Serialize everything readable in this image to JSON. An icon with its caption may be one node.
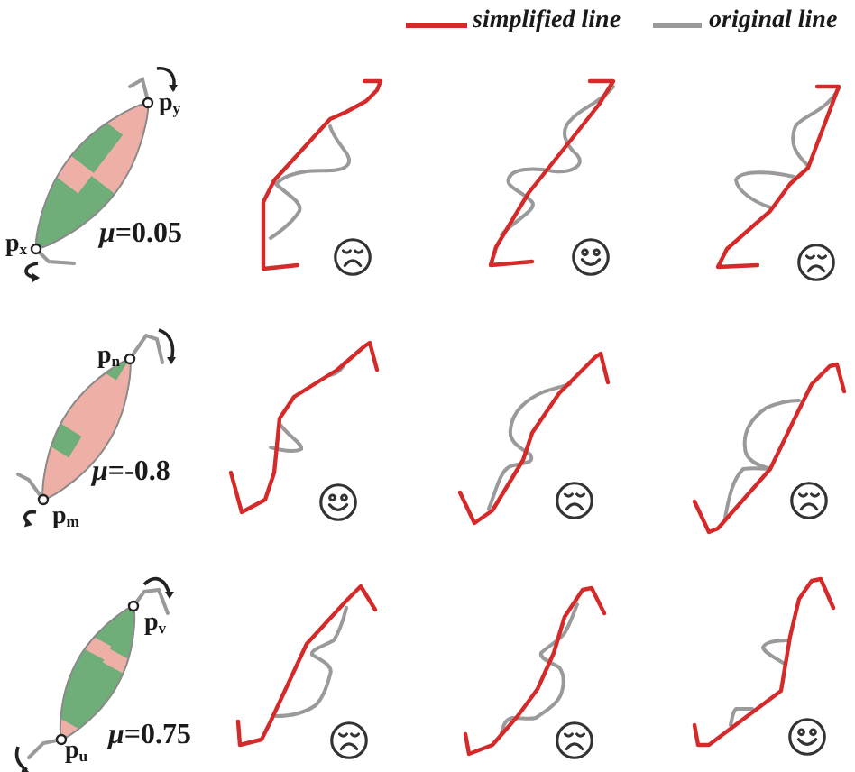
{
  "diagram": {
    "labels": [
      "p$_{y}$",
      "p$_{x}$",
      "*μ*=0.05",
      "p$_{n}$",
      "*μ*=-0.8",
      "p$_{m}$",
      "p$_{v}$",
      "p$_{u}$",
      "*μ*=0.75"
    ],
    "legend": [
      {
        "text": "simplified line"
      },
      {
        "text": "original line"
      }
    ]
  }
}
